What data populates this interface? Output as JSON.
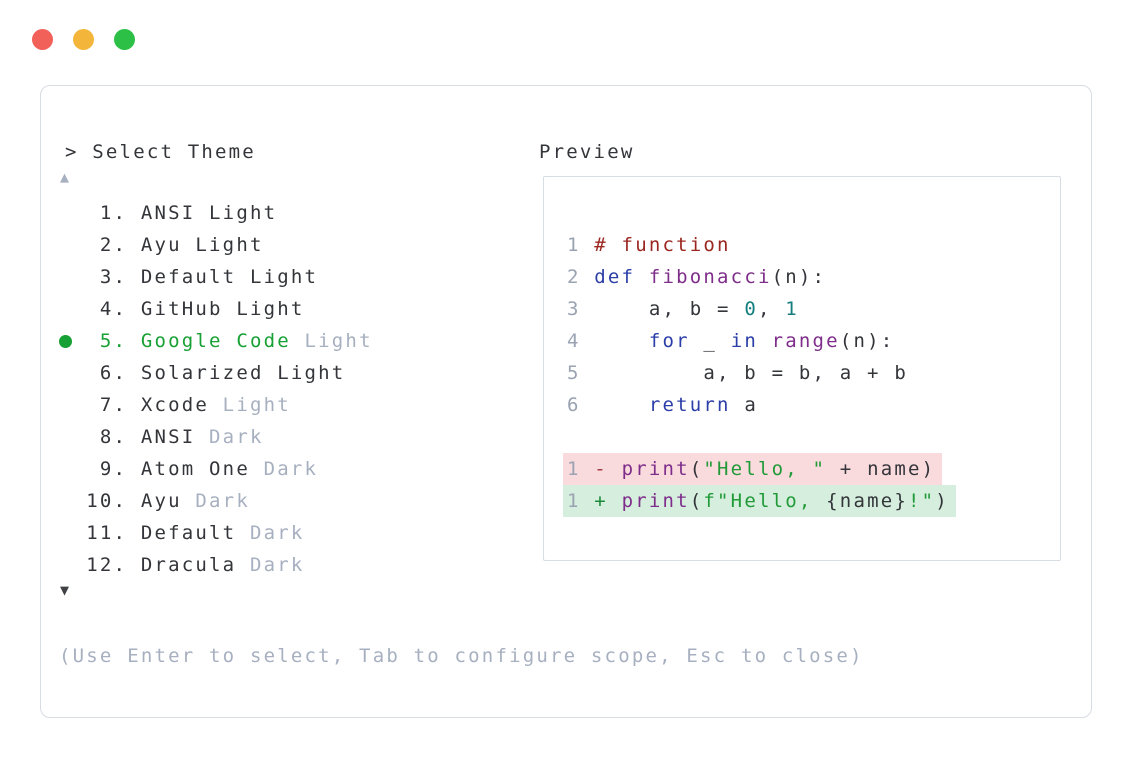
{
  "colors": {
    "light_red": "#f2605a",
    "light_yellow": "#f4b63a",
    "light_green": "#2cc146",
    "border": "#d8dce3",
    "text": "#33353a",
    "muted": "#a7b0c0",
    "arrow_dark": "#3f4147",
    "linenum": "#9aa3b2",
    "selected": "#17a034",
    "comment": "#9a261f",
    "keyword": "#2c3ea8",
    "title": "#7e2d8a",
    "number": "#147e7e",
    "string": "#219a38",
    "del": "#a63a48",
    "add": "#1d8a3a",
    "del_bg": "#f9dadd",
    "add_bg": "#d5eedd"
  },
  "window": {
    "traffic_lights": [
      "close",
      "minimize",
      "zoom"
    ]
  },
  "theme_picker": {
    "prompt": "> Select Theme",
    "scroll_up_icon": "▲",
    "scroll_down_icon": "▼",
    "help": "(Use Enter to select, Tab to configure scope, Esc to close)",
    "items": [
      {
        "num": " 1.",
        "name": "ANSI",
        "suffix": "Light",
        "num_style": "dark",
        "name_style": "dark",
        "suffix_style": "dark",
        "selected": false
      },
      {
        "num": " 2.",
        "name": "Ayu",
        "suffix": "Light",
        "num_style": "dark",
        "name_style": "dark",
        "suffix_style": "dark",
        "selected": false
      },
      {
        "num": " 3.",
        "name": "Default",
        "suffix": "Light",
        "num_style": "dark",
        "name_style": "dark",
        "suffix_style": "dark",
        "selected": false
      },
      {
        "num": " 4.",
        "name": "GitHub",
        "suffix": "Light",
        "num_style": "dark",
        "name_style": "dark",
        "suffix_style": "dark",
        "selected": false
      },
      {
        "num": " 5.",
        "name": "Google Code",
        "suffix": "Light",
        "num_style": "green",
        "name_style": "green",
        "suffix_style": "gray",
        "selected": true
      },
      {
        "num": " 6.",
        "name": "Solarized",
        "suffix": "Light",
        "num_style": "dark",
        "name_style": "dark",
        "suffix_style": "dark",
        "selected": false
      },
      {
        "num": " 7.",
        "name": "Xcode",
        "suffix": "Light",
        "num_style": "dark",
        "name_style": "dark",
        "suffix_style": "gray",
        "selected": false
      },
      {
        "num": " 8.",
        "name": "ANSI",
        "suffix": "Dark",
        "num_style": "dark",
        "name_style": "dark",
        "suffix_style": "gray",
        "selected": false
      },
      {
        "num": " 9.",
        "name": "Atom One",
        "suffix": "Dark",
        "num_style": "dark",
        "name_style": "dark",
        "suffix_style": "gray",
        "selected": false
      },
      {
        "num": "10.",
        "name": "Ayu",
        "suffix": "Dark",
        "num_style": "dark",
        "name_style": "dark",
        "suffix_style": "gray",
        "selected": false
      },
      {
        "num": "11.",
        "name": "Default",
        "suffix": "Dark",
        "num_style": "dark",
        "name_style": "dark",
        "suffix_style": "gray",
        "selected": false
      },
      {
        "num": "12.",
        "name": "Dracula",
        "suffix": "Dark",
        "num_style": "dark",
        "name_style": "dark",
        "suffix_style": "gray",
        "selected": false
      }
    ]
  },
  "preview": {
    "label": "Preview",
    "code_lines": [
      {
        "bg": "",
        "tokens": [
          [
            "ln",
            "1"
          ],
          [
            "text",
            " "
          ],
          [
            "comment",
            "# function"
          ]
        ]
      },
      {
        "bg": "",
        "tokens": [
          [
            "ln",
            "2"
          ],
          [
            "text",
            " "
          ],
          [
            "keyword",
            "def"
          ],
          [
            "text",
            " "
          ],
          [
            "title",
            "fibonacci"
          ],
          [
            "text",
            "(n):"
          ]
        ]
      },
      {
        "bg": "",
        "tokens": [
          [
            "ln",
            "3"
          ],
          [
            "text",
            "     a, b = "
          ],
          [
            "number",
            "0"
          ],
          [
            "text",
            ", "
          ],
          [
            "number",
            "1"
          ]
        ]
      },
      {
        "bg": "",
        "tokens": [
          [
            "ln",
            "4"
          ],
          [
            "text",
            "     "
          ],
          [
            "keyword",
            "for"
          ],
          [
            "text",
            " _ "
          ],
          [
            "keyword",
            "in"
          ],
          [
            "text",
            " "
          ],
          [
            "title",
            "range"
          ],
          [
            "text",
            "(n):"
          ]
        ]
      },
      {
        "bg": "",
        "tokens": [
          [
            "ln",
            "5"
          ],
          [
            "text",
            "         a, b = b, a + b"
          ]
        ]
      },
      {
        "bg": "",
        "tokens": [
          [
            "ln",
            "6"
          ],
          [
            "text",
            "     "
          ],
          [
            "keyword",
            "return"
          ],
          [
            "text",
            " a"
          ]
        ]
      },
      {
        "bg": "",
        "tokens": []
      },
      {
        "bg": "del",
        "tokens": [
          [
            "ln",
            "1"
          ],
          [
            "text",
            " "
          ],
          [
            "del",
            "-"
          ],
          [
            "text",
            " "
          ],
          [
            "title",
            "print"
          ],
          [
            "text",
            "("
          ],
          [
            "string",
            "\"Hello, \""
          ],
          [
            "text",
            " + name)"
          ]
        ]
      },
      {
        "bg": "add",
        "tokens": [
          [
            "ln",
            "1"
          ],
          [
            "text",
            " "
          ],
          [
            "add",
            "+"
          ],
          [
            "text",
            " "
          ],
          [
            "title",
            "print"
          ],
          [
            "text",
            "("
          ],
          [
            "string",
            "f\"Hello, "
          ],
          [
            "text",
            "{name}"
          ],
          [
            "string",
            "!\""
          ],
          [
            "text",
            ")"
          ]
        ]
      }
    ]
  }
}
